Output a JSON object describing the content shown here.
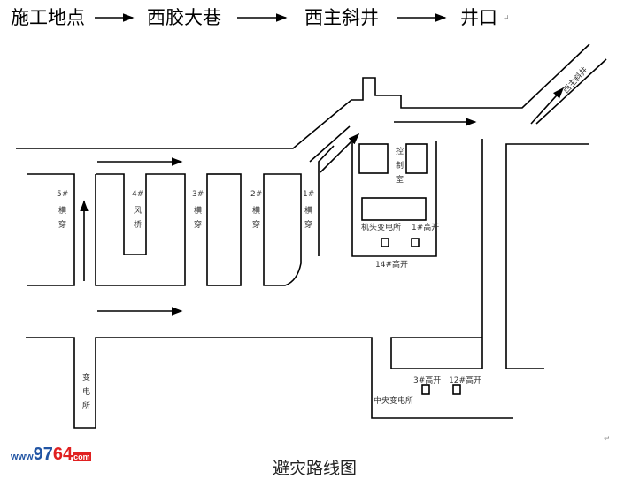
{
  "route": {
    "steps": [
      "施工地点",
      "西胶大巷",
      "西主斜井",
      "井口"
    ]
  },
  "labels": {
    "crossing5_num": "5#",
    "crossing5_text": "横穿",
    "bridge4_num": "4#",
    "bridge4_text": "风桥",
    "crossing3_num": "3#",
    "crossing3_text": "横穿",
    "crossing2_num": "2#",
    "crossing2_text": "横穿",
    "crossing1_num": "1#",
    "crossing1_text": "横穿",
    "control_room": "控制室",
    "head_substation": "机头变电所",
    "switch_1_upper": "1#高开",
    "switch_14": "14#高开",
    "substation": "变电所",
    "central_substation": "中央变电所",
    "switch_3": "3#高开",
    "switch_12": "12#高开",
    "west_main_incline": "西主斜井"
  },
  "logo": {
    "www": "www",
    "n1": "97",
    "n2": "64",
    "com": "com"
  },
  "caption": "避灾路线图"
}
